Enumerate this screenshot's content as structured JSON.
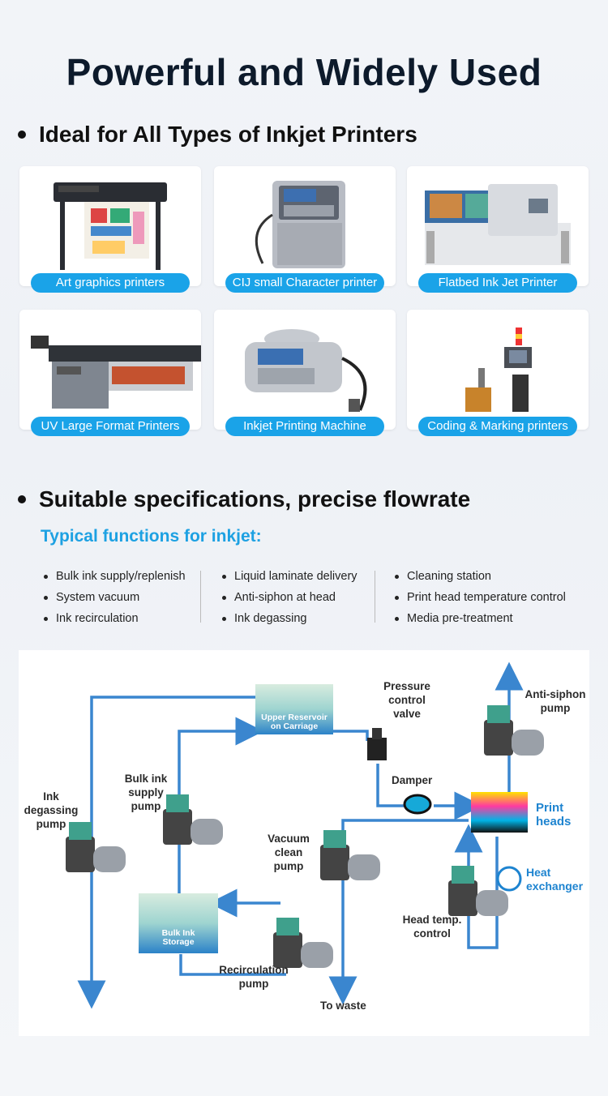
{
  "title": "Powerful and Widely Used",
  "section1": {
    "heading": "Ideal for All Types of Inkjet Printers",
    "cards": [
      {
        "label": "Art graphics printers"
      },
      {
        "label": "CIJ small Character printer"
      },
      {
        "label": "Flatbed Ink Jet Printer"
      },
      {
        "label": "UV Large Format Printers"
      },
      {
        "label": "Inkjet Printing Machine"
      },
      {
        "label": "Coding & Marking printers"
      }
    ]
  },
  "section2": {
    "heading": "Suitable specifications, precise flowrate",
    "subheading": "Typical functions for inkjet:",
    "columns": [
      [
        "Bulk ink supply/replenish",
        "System vacuum",
        "Ink recirculation"
      ],
      [
        "Liquid laminate delivery",
        "Anti-siphon at head",
        "Ink degassing"
      ],
      [
        "Cleaning station",
        "Print head temperature control",
        "Media pre-treatment"
      ]
    ]
  },
  "diagram": {
    "upper_reservoir": "Upper Reservoir on Carriage",
    "bulk_storage": "Bulk Ink Storage",
    "pressure_valve": "Pressure control valve",
    "anti_siphon": "Anti-siphon pump",
    "bulk_supply": "Bulk ink supply pump",
    "degassing": "Ink degassing pump",
    "damper": "Damper",
    "print_heads": "Print heads",
    "vacuum_clean": "Vacuum clean pump",
    "heat_exchanger": "Heat exchanger",
    "head_temp": "Head temp. control",
    "recirculation": "Recirculation pump",
    "to_waste": "To waste",
    "colors": {
      "flow": "#3a86cf",
      "accent": "#1da1e2",
      "pump_green": "#3fa08c"
    }
  }
}
